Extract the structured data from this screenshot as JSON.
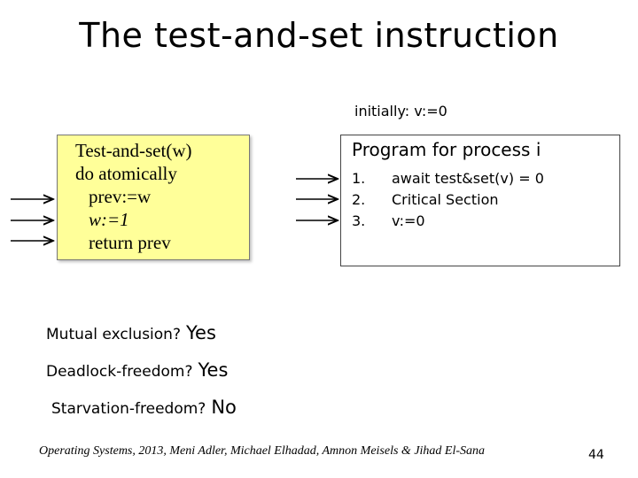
{
  "slide": {
    "title": "The test-and-set instruction",
    "initially": "initially: v:=0",
    "test_and_set_box": {
      "line1": "Test-and-set(w)",
      "line2": "do atomically",
      "line3": "prev:=w",
      "line4": "w:=1",
      "line5": "return prev",
      "fill_color": "#ffff99"
    },
    "program_box": {
      "title": "Program for process i",
      "items": [
        {
          "num": "1.",
          "text": "await test&set(v) = 0"
        },
        {
          "num": "2.",
          "text": "Critical Section"
        },
        {
          "num": "3.",
          "text": "v:=0"
        }
      ]
    },
    "questions": [
      {
        "label": "Mutual exclusion?",
        "answer": "Yes"
      },
      {
        "label": "Deadlock-freedom?",
        "answer": "Yes"
      },
      {
        "label": "Starvation-freedom?",
        "answer": "No"
      }
    ],
    "footer": "Operating Systems, 2013, Meni Adler, Michael Elhadad, Amnon Meisels & Jihad El-Sana",
    "page_number": "44"
  }
}
